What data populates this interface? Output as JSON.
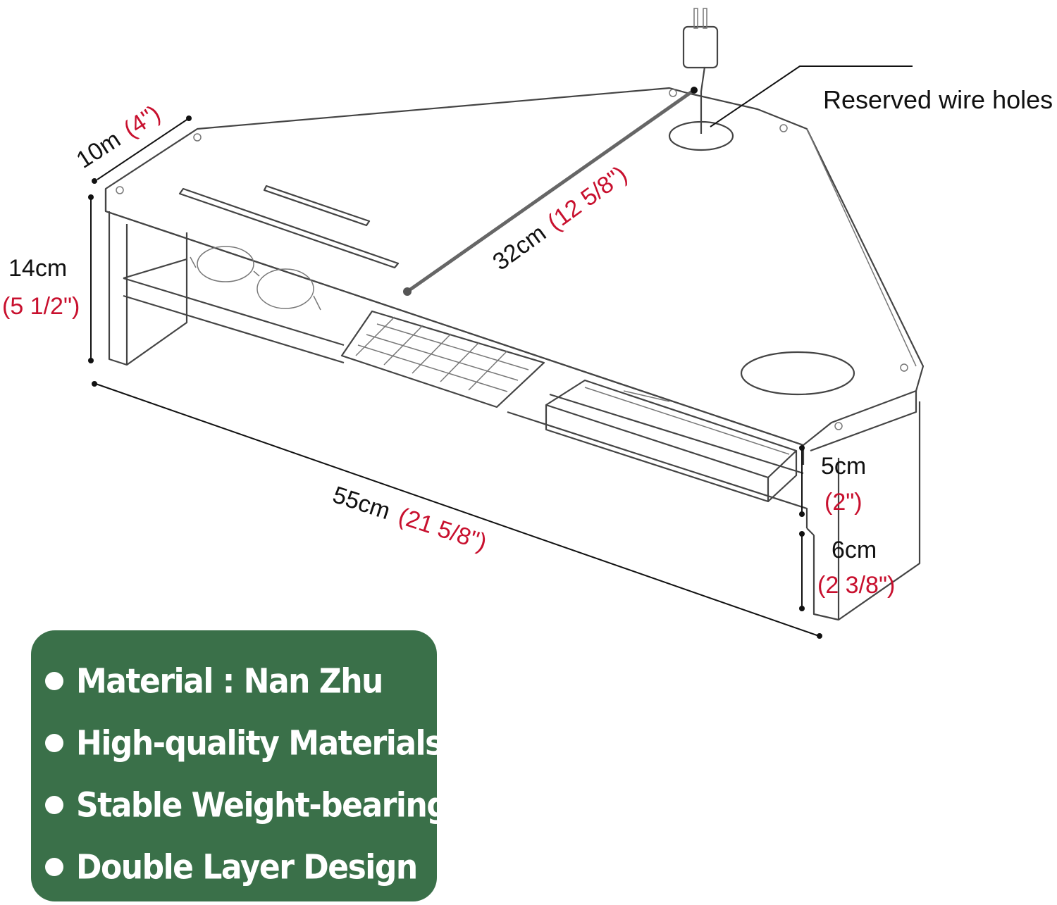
{
  "dimensions": {
    "depth": {
      "metric": "10m",
      "imperial": "(4\")"
    },
    "height": {
      "metric": "14cm",
      "imperial": "(5 1/2\")"
    },
    "diagonal": {
      "metric": "32cm",
      "imperial": "(12 5/8\")"
    },
    "length": {
      "metric": "55cm",
      "imperial": "(21 5/8\")"
    },
    "drawer": {
      "metric": "5cm",
      "imperial": "(2\")"
    },
    "leg": {
      "metric": "6cm",
      "imperial": "(2 3/8\")"
    }
  },
  "callout": {
    "label": "Reserved wire holes"
  },
  "features": [
    "Material :  Nan Zhu",
    "High-quality Materials",
    "Stable Weight-bearing",
    "Double Layer Design"
  ],
  "colors": {
    "feature_box": "#3a7049",
    "imperial_text": "#c8102e",
    "metric_text": "#111111"
  }
}
